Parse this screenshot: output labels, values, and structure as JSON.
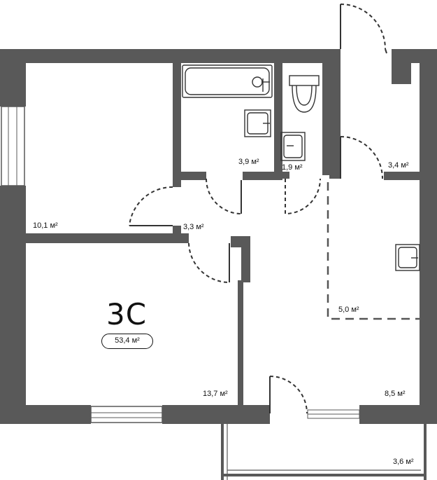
{
  "plan": {
    "unit_code": "3С",
    "total_area": "53,4 м²",
    "rooms": [
      {
        "id": "room-1",
        "area": "10,1 м²"
      },
      {
        "id": "bathroom",
        "area": "3,9 м²"
      },
      {
        "id": "toilet",
        "area": "1,9 м²"
      },
      {
        "id": "entry-hall",
        "area": "3,4 м²"
      },
      {
        "id": "corridor",
        "area": "3,3 м²"
      },
      {
        "id": "kitchen-zone",
        "area": "5,0 м²"
      },
      {
        "id": "room-2",
        "area": "13,7 м²"
      },
      {
        "id": "kitchen-living",
        "area": "8,5 м²"
      },
      {
        "id": "balcony",
        "area": "3,6 м²"
      }
    ],
    "colors": {
      "wall": "#595959",
      "line": "#333333",
      "background": "#ffffff"
    }
  }
}
